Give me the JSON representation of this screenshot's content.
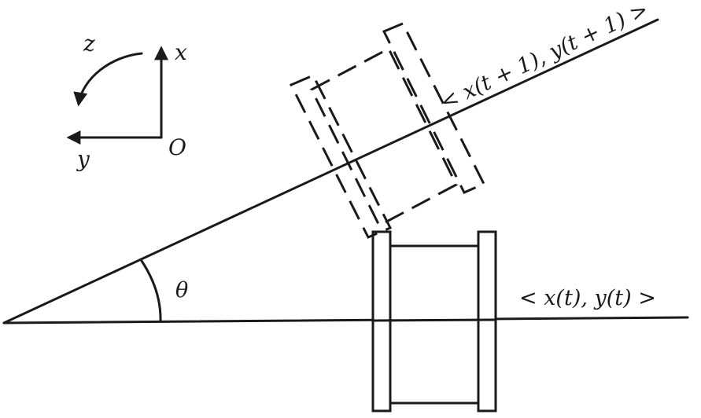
{
  "axes": {
    "x_label": "x",
    "y_label": "y",
    "z_label": "z",
    "origin_label": "O"
  },
  "angle": {
    "label": "θ"
  },
  "positions": {
    "current_label": "< x(t),  y(t) >",
    "next_label": "< x(t + 1),  y(t + 1) >"
  },
  "colors": {
    "ink": "#1a1a1a",
    "background": "#ffffff"
  }
}
